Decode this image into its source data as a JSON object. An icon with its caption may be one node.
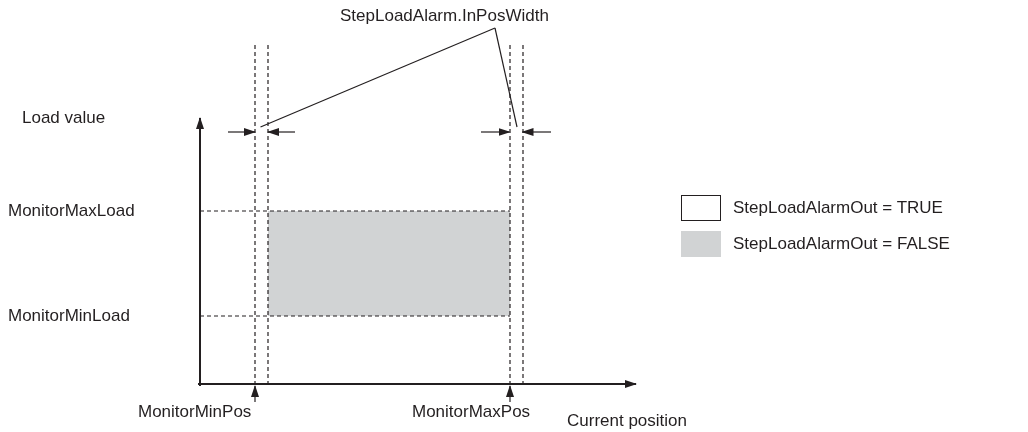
{
  "diagram": {
    "nodes": [
      {
        "text": [
          "StepLoadAlarm.InPosWidth"
        ]
      },
      {
        "text": [],
        "shape": "bar"
      },
      {
        "text": [],
        "shape": "bar"
      },
      {
        "text": [
          "MonitorMinPos"
        ]
      },
      {
        "text": [
          "MonitorMaxPos"
        ]
      }
    ],
    "edges": [
      {
        "from": 0,
        "to": 1,
        "arrow": "none"
      },
      {
        "from": 0,
        "to": 2,
        "arrow": "none"
      },
      {
        "from": 3,
        "to": null,
        "arrow": "to"
      },
      {
        "from": 4,
        "to": null,
        "arrow": "to"
      }
    ],
    "labels": [
      "Load value",
      "MonitorMaxLoad",
      "MonitorMinLoad",
      "Current position"
    ],
    "legend": [
      {
        "text": "StepLoadAlarmOut = TRUE",
        "color": "#ffffff"
      },
      {
        "text": "StepLoadAlarmOut = FALSE",
        "color": "#d1d3d4"
      }
    ]
  }
}
